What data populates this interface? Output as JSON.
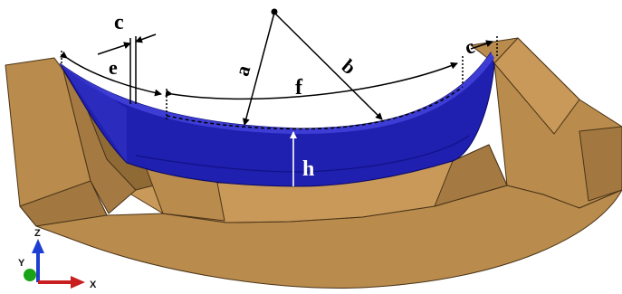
{
  "diagram": {
    "labels": {
      "a": "a",
      "b": "b",
      "c_left": "c",
      "c_right": "c",
      "e": "e",
      "f": "f",
      "h": "h"
    },
    "triad": {
      "z": "Z",
      "y": "Y",
      "x": "X"
    },
    "colors": {
      "soil": "#b98b4c",
      "soil_dark": "#8f6a35",
      "soil_shadow": "#6f5027",
      "wall": "#1f1fb0",
      "wall_dark": "#121287",
      "wall_light": "#3d3dd6",
      "axis_z": "#1d3fd1",
      "axis_x": "#c81e1e",
      "axis_y": "#19a319"
    }
  }
}
